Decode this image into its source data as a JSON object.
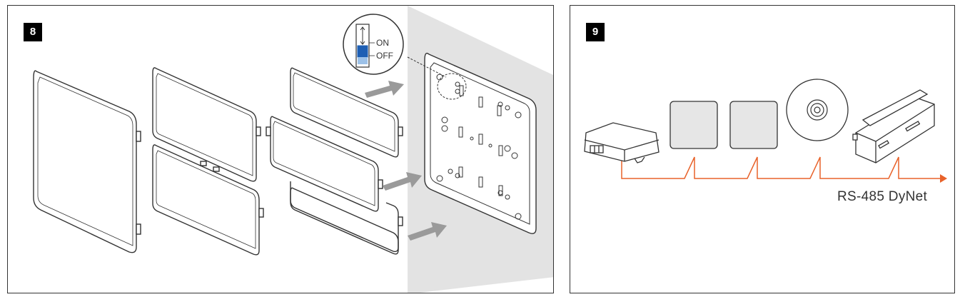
{
  "figures": [
    {
      "step_number": "8",
      "switch_callout": {
        "on_label": "ON",
        "off_label": "OFF"
      }
    },
    {
      "step_number": "9",
      "bus_label": "RS-485 DyNet",
      "colors": {
        "bus_line": "#e8622a",
        "outline": "#333333",
        "device_fill": "#e6e6e6",
        "wall": "#e3e3e3",
        "arrow": "#9a9a9a"
      }
    }
  ]
}
